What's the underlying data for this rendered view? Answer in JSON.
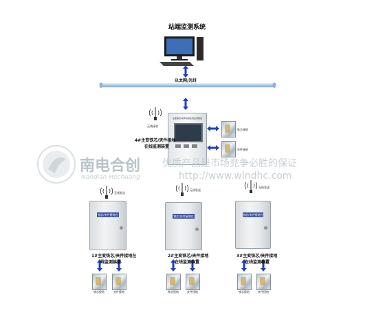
{
  "system_title": "站端监测系统",
  "network_label": "以太网/光纤",
  "main_device": {
    "name_line1": "4#主变铁芯/夹件接地",
    "name_line2": "在线监测装置",
    "panel_title": "主变铁芯/夹件接地在线监测装置",
    "wireless_label": "无线接收",
    "sensors": [
      "铁芯接地",
      "夹件接地"
    ]
  },
  "sub_devices": [
    {
      "name_line1": "1#主变铁芯/夹件接地在",
      "name_line2": "线监测装置",
      "wireless_label": "无线发送",
      "panel_title": "铁芯/夹件接地在线监测装置",
      "sensors": [
        "铁芯接地",
        "夹件接地"
      ]
    },
    {
      "name_line1": "2#主变铁芯/夹件接地",
      "name_line2": "在线监测装置",
      "wireless_label": "无线发送",
      "panel_title": "铁芯/夹件接地在线监测装置",
      "sensors": [
        "铁芯接地",
        "夹件接地"
      ]
    },
    {
      "name_line1": "3#主变铁芯/夹件接地",
      "name_line2": "在线监测装置",
      "wireless_label": "无线发送",
      "panel_title": "铁芯/夹件接地在线监测装置",
      "sensors": [
        "铁芯接地",
        "夹件接地"
      ]
    }
  ],
  "watermark": {
    "brand_cn": "南电合创",
    "brand_en": "Nandian Hechuang",
    "slogan": "优质产品是市场竞争必胜的保证",
    "url": "http://www.wlndhc.com"
  },
  "colors": {
    "arrow": "#1e3fc0",
    "bus": "#a9c8e8",
    "watermark": "#c7d0d4"
  }
}
